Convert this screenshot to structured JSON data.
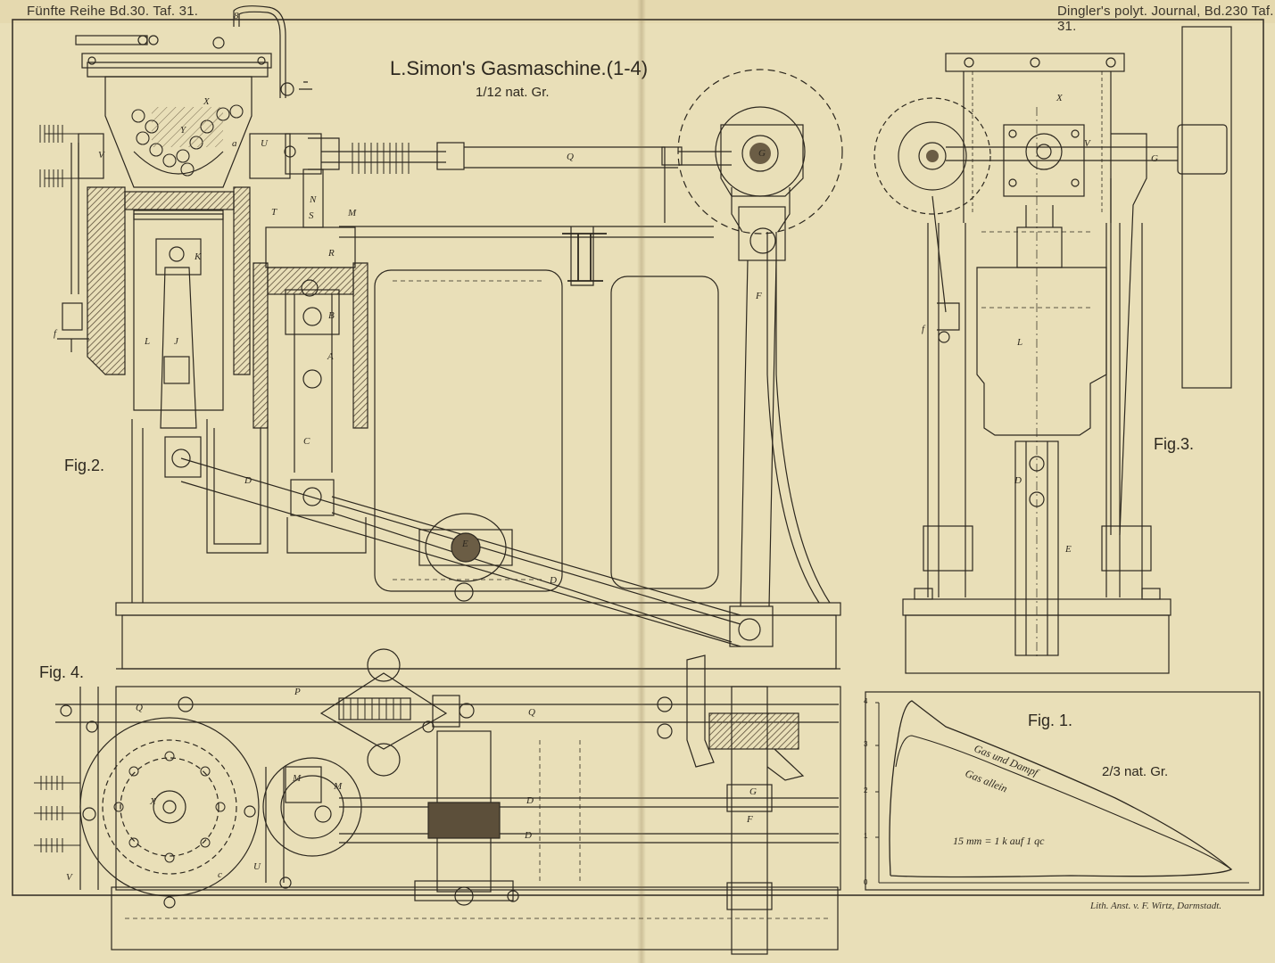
{
  "header": {
    "left": "Fünfte Reihe Bd.30. Taf. 31.",
    "right": "Dingler's polyt. Journal, Bd.230 Taf. 31."
  },
  "title": "L.Simon's Gasmaschine.(1-4)",
  "scale_main": "1/12 nat. Gr.",
  "figures": {
    "fig1": "Fig. 1.",
    "fig2": "Fig.2.",
    "fig3": "Fig.3.",
    "fig4": "Fig. 4."
  },
  "fig1": {
    "scale": "2/3 nat. Gr.",
    "curve_upper": "Gas und Dampf",
    "curve_lower": "Gas allein",
    "note": "15 mm = 1 k auf 1 qc",
    "y_ticks": [
      "0",
      "1",
      "2",
      "3",
      "4"
    ]
  },
  "labels2": {
    "X": "X",
    "Y": "Y",
    "a": "a",
    "U": "U",
    "V": "V",
    "S": "S",
    "T": "T",
    "N": "N",
    "M": "M",
    "R": "R",
    "K": "K",
    "B": "B",
    "A": "A",
    "J": "J",
    "L": "L",
    "f": "f",
    "C": "C",
    "D1": "D",
    "D2": "D",
    "E": "E",
    "F": "F",
    "G": "G",
    "Q": "Q",
    "s": "S",
    "s8": "8"
  },
  "labels3": {
    "X": "X",
    "G": "G",
    "f": "f",
    "L": "L",
    "D": "D",
    "E": "E",
    "V": "V"
  },
  "labels4": {
    "Q1": "Q",
    "Q2": "Q",
    "P": "P",
    "M1": "M",
    "M2": "M",
    "D1": "D",
    "D2": "D",
    "G": "G",
    "F": "F",
    "X": "X",
    "U": "U",
    "V": "V",
    "c": "c"
  },
  "credit": "Lith. Anst. v. F. Wirtz, Darmstadt.",
  "colors": {
    "paper": "#e9dfb8",
    "ink": "#2d281f",
    "hatch": "#6b5d45"
  }
}
